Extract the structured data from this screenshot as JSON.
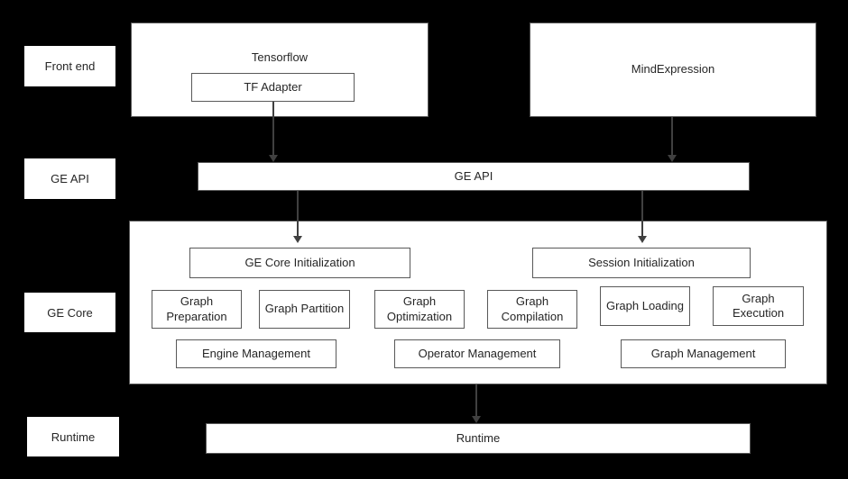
{
  "diagram": {
    "row_labels": {
      "front_end": "Front end",
      "ge_api": "GE API",
      "ge_core": "GE Core",
      "runtime": "Runtime"
    },
    "front_end": {
      "tensorflow_title": "Tensorflow",
      "tf_adapter": "TF Adapter",
      "mindexpression_title": "MindExpression"
    },
    "ge_api_bar": "GE API",
    "ge_core": {
      "ge_core_initialization": "GE Core Initialization",
      "session_initialization": "Session Initialization",
      "modules": [
        "Graph Preparation",
        "Graph Partition",
        "Graph Optimization",
        "Graph Compilation",
        "Graph Loading",
        "Graph Execution"
      ],
      "management": [
        "Engine Management",
        "Operator Management",
        "Graph Management"
      ]
    },
    "runtime_bar": "Runtime",
    "colors": {
      "background": "#000000",
      "box_background": "#ffffff",
      "box_border": "#595959",
      "text": "#262626",
      "arrow": "#404040"
    }
  }
}
